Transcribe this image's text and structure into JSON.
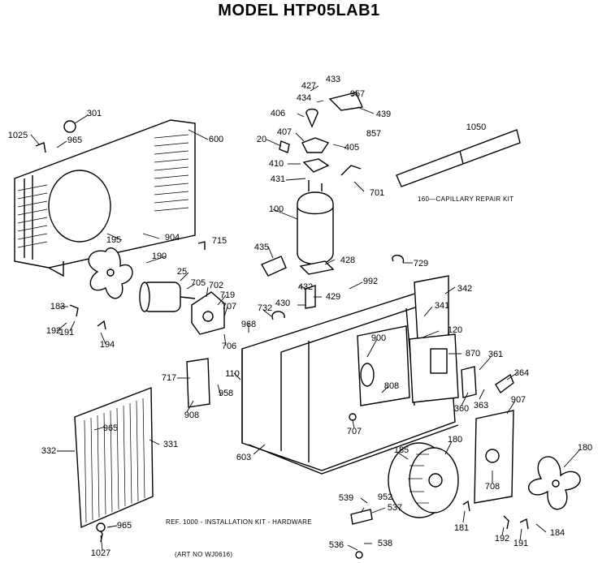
{
  "title": "MODEL HTP05LAB1",
  "capillary_note": "160—CAPILLARY REPAIR KIT",
  "ref_note": "REF. 1000 - INSTALLATION KIT - HARDWARE",
  "art_note": "(ART NO WJ0616)",
  "part_labels": [
    "301",
    "1025",
    "965",
    "600",
    "427",
    "433",
    "957",
    "434",
    "439",
    "406",
    "857",
    "407",
    "405",
    "20",
    "410",
    "1050",
    "431",
    "701",
    "100",
    "195",
    "904",
    "715",
    "435",
    "428",
    "729",
    "190",
    "25",
    "705",
    "702",
    "719",
    "432",
    "992",
    "342",
    "183",
    "429",
    "430",
    "732",
    "707",
    "341",
    "192",
    "191",
    "968",
    "120",
    "194",
    "706",
    "900",
    "870",
    "361",
    "364",
    "110",
    "717",
    "958",
    "808",
    "908",
    "360",
    "363",
    "907",
    "331",
    "965",
    "707",
    "603",
    "185",
    "180",
    "180",
    "332",
    "708",
    "539",
    "952",
    "537",
    "181",
    "192",
    "191",
    "184",
    "965",
    "536",
    "538",
    "1027"
  ]
}
